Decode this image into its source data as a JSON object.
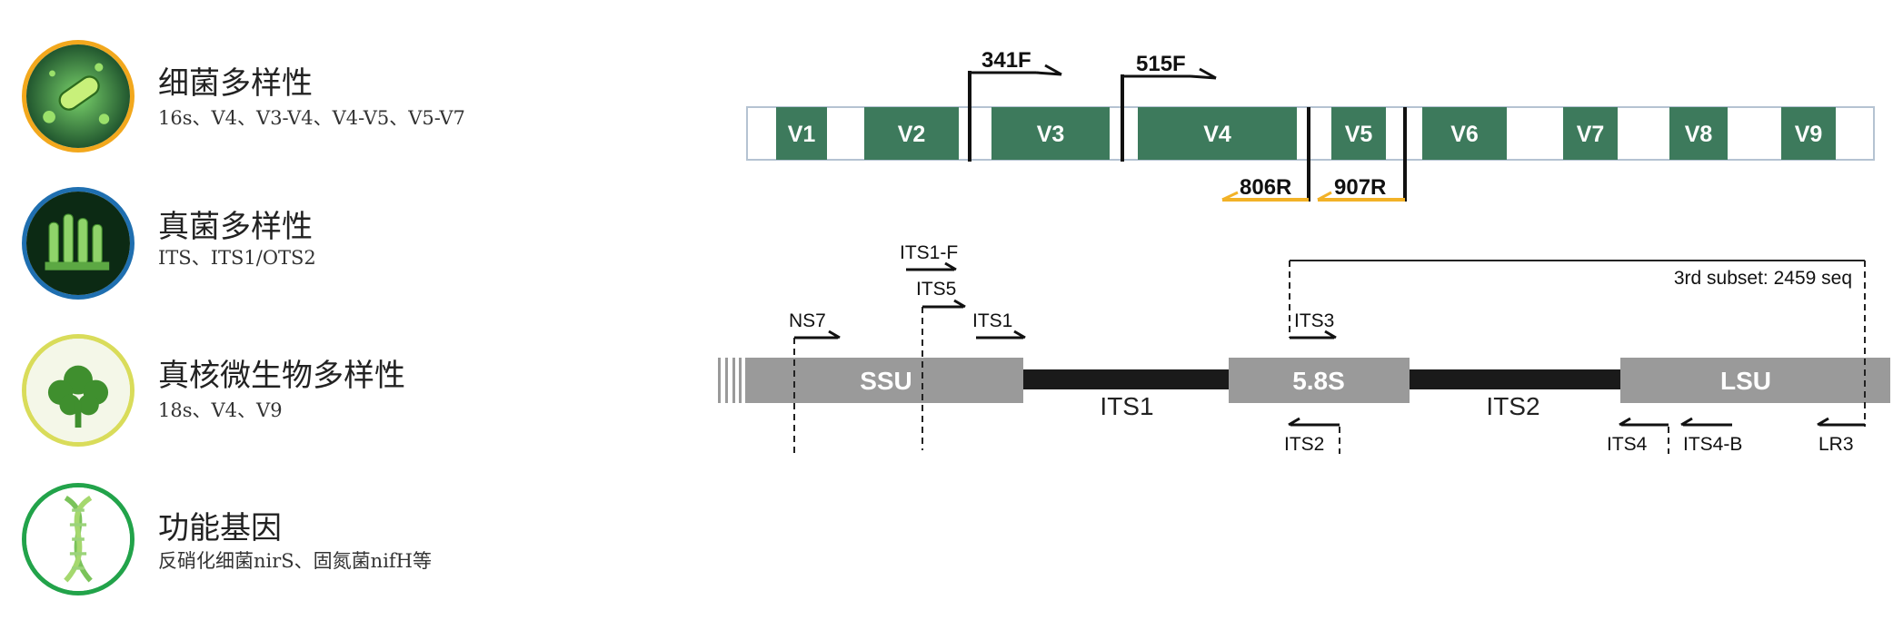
{
  "left_panel": {
    "items": [
      {
        "title": "细菌多样性",
        "desc": "16s、V4、V3-V4、V4-V5、V5-V7"
      },
      {
        "title": "真菌多样性",
        "desc": "ITS、ITS1/OTS2"
      },
      {
        "title": "真核微生物多样性",
        "desc": "18s、V4、V9"
      },
      {
        "title": "功能基因",
        "desc": "反硝化细菌nirS、固氮菌nifH等"
      }
    ]
  },
  "colors": {
    "region_green": "#3d7a5c",
    "primer_orange": "#f2b227",
    "bar_gray": "#9a9a9a",
    "its_black": "#1a1a1a",
    "ring_orange": "#f2a81d",
    "ring_blue": "#1f6fb0",
    "ring_yellow": "#d9dc5a",
    "ring_green": "#22a34a"
  },
  "diagram_16s": {
    "regions": [
      "V1",
      "V2",
      "V3",
      "V4",
      "V5",
      "V6",
      "V7",
      "V8",
      "V9"
    ],
    "forward_primers": [
      "341F",
      "515F"
    ],
    "reverse_primers": [
      "806R",
      "907R"
    ]
  },
  "diagram_its": {
    "segments": {
      "ssu": "SSU",
      "its1": "ITS1",
      "s58": "5.8S",
      "its2": "ITS2",
      "lsu": "LSU"
    },
    "primers": {
      "its1f": "ITS1-F",
      "its5": "ITS5",
      "ns7": "NS7",
      "its1": "ITS1",
      "its3": "ITS3",
      "its2": "ITS2",
      "its4": "ITS4",
      "its4b": "ITS4-B",
      "lr3": "LR3"
    },
    "subset_label": "3rd subset: 2459 seq"
  }
}
